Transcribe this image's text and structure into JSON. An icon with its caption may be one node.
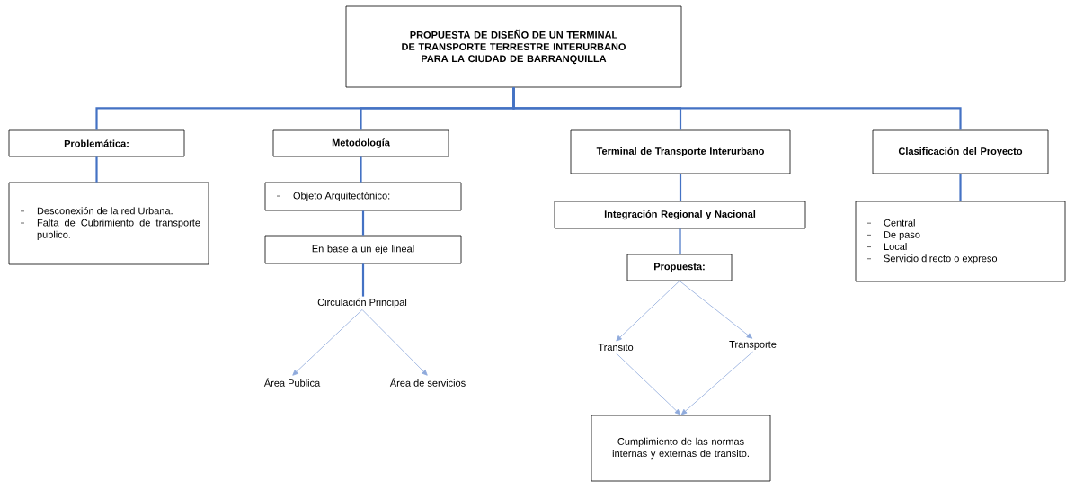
{
  "diagram": {
    "nodes": [
      {
        "text": [
          "PROPUESTA DE DISEÑO DE UN TERMINAL DE TRANSPORTE TERRESTRE INTERURBANO PARA LA CIUDAD DE BARRANQUILLA"
        ]
      },
      {
        "text": [
          "Problemática:"
        ]
      },
      {
        "text": [
          "Desconexión de la red Urbana.",
          "Falta de Cubrimiento de transporte publico."
        ]
      },
      {
        "text": [
          "Metodología"
        ]
      },
      {
        "text": [
          "Objeto Arquitectónico:"
        ]
      },
      {
        "text": [
          "En base a un eje lineal"
        ]
      },
      {
        "text": [
          "Circulación Principal"
        ]
      },
      {
        "text": [
          "Área Publica"
        ]
      },
      {
        "text": [
          "Área de servicios"
        ]
      },
      {
        "text": [
          "Terminal de Transporte Interurbano"
        ]
      },
      {
        "text": [
          "Integración Regional y Nacional"
        ]
      },
      {
        "text": [
          "Propuesta:"
        ]
      },
      {
        "text": [
          "Transito"
        ]
      },
      {
        "text": [
          "Transporte"
        ]
      },
      {
        "text": [
          "Cumplimiento de las normas internas y externas de transito."
        ]
      },
      {
        "text": [
          "Clasificación del Proyecto"
        ]
      },
      {
        "text": [
          "Central",
          "De paso",
          "Local",
          "Servicio directo o expreso"
        ]
      }
    ],
    "edges": [
      {
        "from": 0,
        "to": 1,
        "arrow": "none"
      },
      {
        "from": 0,
        "to": 3,
        "arrow": "none"
      },
      {
        "from": 0,
        "to": 9,
        "arrow": "none"
      },
      {
        "from": 0,
        "to": 15,
        "arrow": "none"
      },
      {
        "from": 1,
        "to": 2,
        "arrow": "none"
      },
      {
        "from": 3,
        "to": 4,
        "arrow": "none"
      },
      {
        "from": 4,
        "to": 5,
        "arrow": "none"
      },
      {
        "from": 5,
        "to": 6,
        "arrow": "none"
      },
      {
        "from": 6,
        "to": 7,
        "arrow": "to",
        "color": "#8faadc"
      },
      {
        "from": 6,
        "to": 8,
        "arrow": "to",
        "color": "#8faadc"
      },
      {
        "from": 9,
        "to": 10,
        "arrow": "none"
      },
      {
        "from": 10,
        "to": 11,
        "arrow": "none"
      },
      {
        "from": 11,
        "to": 12,
        "arrow": "to",
        "color": "#8faadc"
      },
      {
        "from": 11,
        "to": 13,
        "arrow": "to",
        "color": "#8faadc"
      },
      {
        "from": 12,
        "to": 14,
        "arrow": "to",
        "color": "#8faadc"
      },
      {
        "from": 13,
        "to": 14,
        "arrow": "to",
        "color": "#8faadc"
      },
      {
        "from": 15,
        "to": 16,
        "arrow": "none"
      }
    ]
  }
}
